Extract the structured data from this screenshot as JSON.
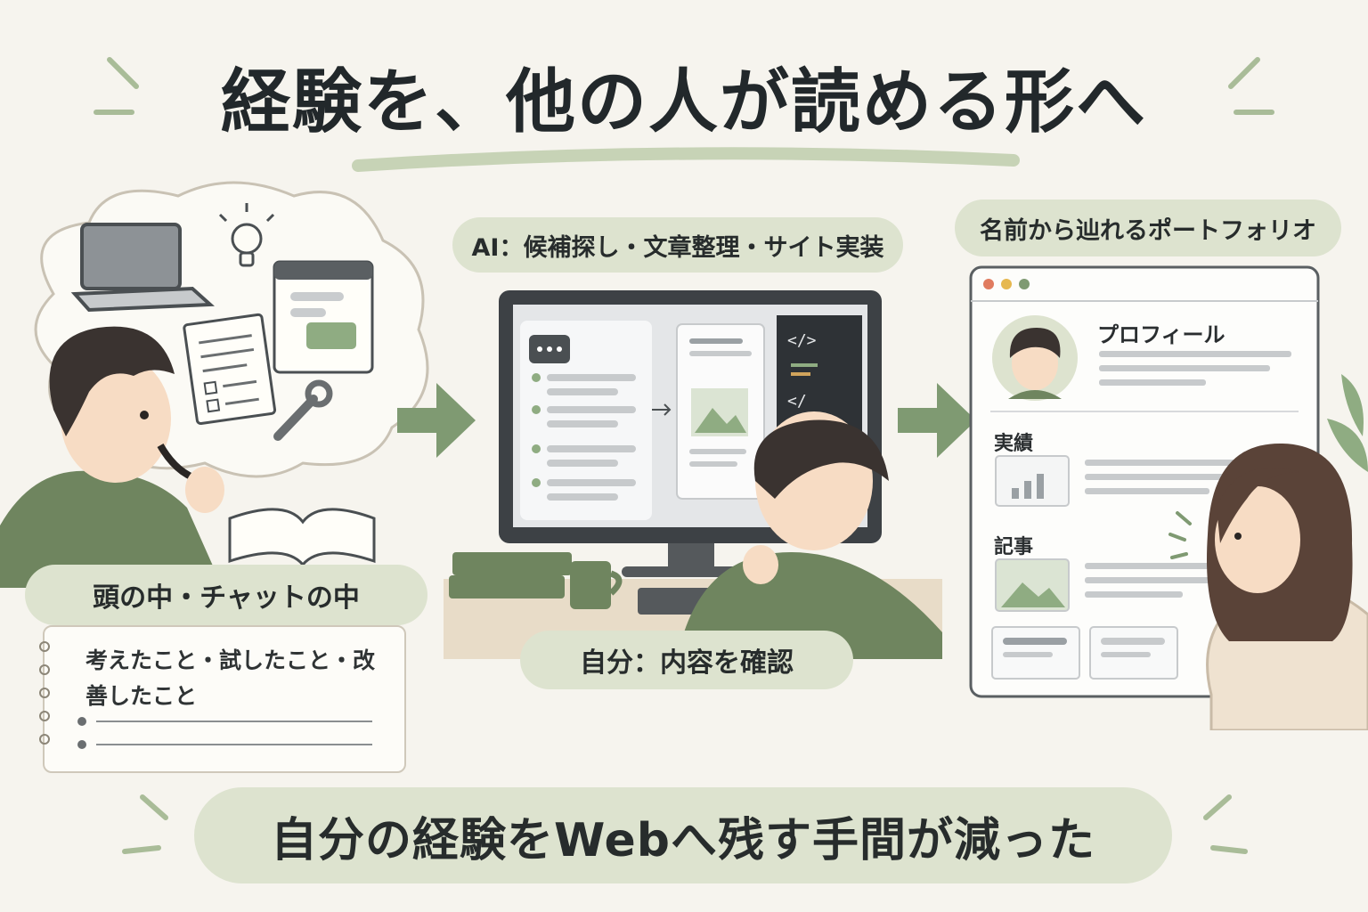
{
  "title": "経験を、他の人が読める形へ",
  "left": {
    "label": "頭の中・チャットの中",
    "note": "考えたこと・試したこと・改善したこと"
  },
  "middle": {
    "ai_label": "AI：候補探し・文章整理・サイト実装",
    "self_label": "自分：内容を確認",
    "code_lines": [
      "</>",
      "</"
    ]
  },
  "right": {
    "label": "名前から辿れるポートフォリオ",
    "profile_title": "プロフィール",
    "section_achievements": "実績",
    "section_articles": "記事"
  },
  "bottom": "自分の経験をWebへ残す手間が減った",
  "colors": {
    "accent_green": "#7f9a72",
    "pill_bg": "#dde3cf",
    "background": "#f6f4ee",
    "dark": "#23272a"
  },
  "icons": [
    "laptop-icon",
    "lightbulb-icon",
    "checklist-icon",
    "chat-window-icon",
    "wrench-icon",
    "arrow-right-icon",
    "image-icon",
    "code-icon",
    "chart-icon"
  ]
}
